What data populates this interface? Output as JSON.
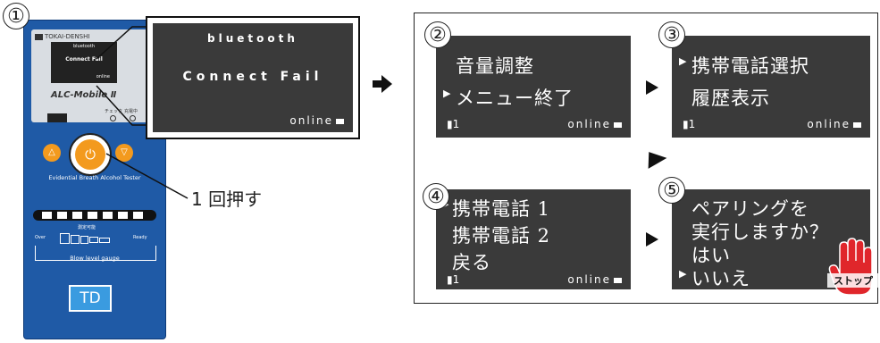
{
  "device": {
    "brand": "TOKAI-DENSHI",
    "mini_screen": {
      "line1": "bluetooth",
      "line2": "Connect Fail",
      "status": "online"
    },
    "model": "ALC-Mobile Ⅱ",
    "led_labels": [
      "チェック",
      "充電中"
    ],
    "power_symbol": "⏻",
    "up_symbol": "△",
    "down_symbol": "▽",
    "band_text": "Evidential Breath Alcohol Tester",
    "gauge_title": "測定可能",
    "gauge_left": "Over",
    "gauge_right": "Ready",
    "gauge_label": "Blow level gauge",
    "logo": "TD"
  },
  "zoom_screen": {
    "line1": "bluetooth",
    "line2": "Connect Fail",
    "status": "online"
  },
  "press_label": "1 回押す",
  "step_numbers": [
    "①",
    "②",
    "③",
    "④",
    "⑤"
  ],
  "screens": {
    "s2": {
      "lines": [
        "音量調整",
        "メニュー終了"
      ],
      "phone": "1",
      "status": "online"
    },
    "s3": {
      "lines": [
        "携帯電話選択",
        "履歴表示"
      ],
      "phone": "1",
      "status": "online"
    },
    "s4": {
      "lines": [
        "携帯電話 1",
        "携帯電話 2",
        "戻る"
      ],
      "phone": "1",
      "status": "online"
    },
    "s5": {
      "lines": [
        "ペアリングを",
        "実行しますか？",
        "はい",
        "いいえ"
      ],
      "stop": "ストップ"
    }
  },
  "colors": {
    "device_blue": "#1f5aa6",
    "screen": "#3a3a3a",
    "stop_red": "#e0262b",
    "orange": "#f39a1e"
  }
}
